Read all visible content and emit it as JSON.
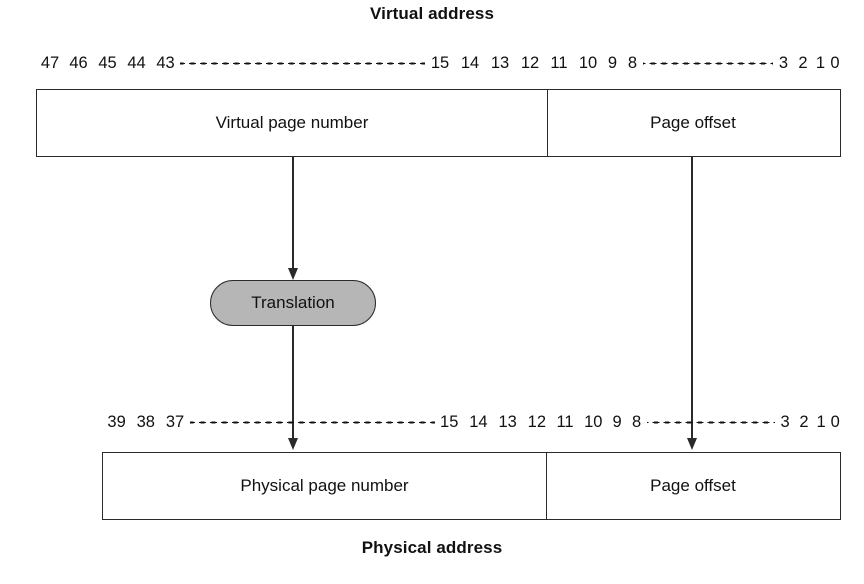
{
  "figure": {
    "top_title": "Virtual address",
    "bottom_title": "Physical address"
  },
  "virtual_address": {
    "high_bits": [
      "47",
      "46",
      "45",
      "44",
      "43"
    ],
    "mid_bits": [
      "15",
      "14",
      "13",
      "12",
      "11",
      "10",
      "9",
      "8"
    ],
    "low_bits": [
      "3",
      "2",
      "1",
      "0"
    ],
    "fields": [
      {
        "label": "Virtual page number"
      },
      {
        "label": "Page offset"
      }
    ]
  },
  "physical_address": {
    "high_bits": [
      "39",
      "38",
      "37"
    ],
    "mid_bits": [
      "15",
      "14",
      "13",
      "12",
      "11",
      "10",
      "9",
      "8"
    ],
    "low_bits": [
      "3",
      "2",
      "1",
      "0"
    ],
    "fields": [
      {
        "label": "Physical page number"
      },
      {
        "label": "Page offset"
      }
    ]
  },
  "translation": {
    "label": "Translation",
    "fill_color": "#b6b6b6",
    "border_color": "#2a2a2a"
  },
  "colors": {
    "background": "#ffffff",
    "line": "#2a2a2a",
    "text": "#111111"
  }
}
